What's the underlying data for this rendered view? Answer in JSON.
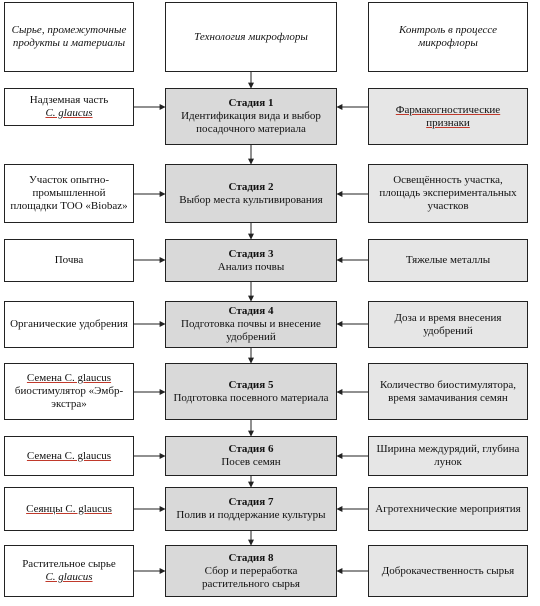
{
  "headers": {
    "left": "Сырье, промежуточные продукты и материалы",
    "middle": "Технология микрофлоры",
    "right": "Контроль в процессе микрофлоры"
  },
  "rows": [
    {
      "left": [
        "Надземная часть",
        "C. glaucus"
      ],
      "stage": "Стадия 1",
      "middle": "Идентификация вида и выбор посадочного материала",
      "right": "Фармакогностические признаки"
    },
    {
      "left": [
        "Участок опытно-промышленной площадки ТОО «Biobaz»"
      ],
      "stage": "Стадия 2",
      "middle": "Выбор места культивирования",
      "right": "Освещённость участка, площадь экспериментальных участков"
    },
    {
      "left": [
        "Почва"
      ],
      "stage": "Стадия 3",
      "middle": "Анализ почвы",
      "right": "Тяжелые металлы"
    },
    {
      "left": [
        "Органические удобрения"
      ],
      "stage": "Стадия 4",
      "middle": "Подготовка почвы и внесение удобрений",
      "right": "Доза и время внесения удобрений"
    },
    {
      "left": [
        "Семена C. glaucus",
        "биостимулятор «Эмбр-экстра»"
      ],
      "stage": "Стадия 5",
      "middle": "Подготовка посевного материала",
      "right": "Количество биостимулятора, время замачивания семян"
    },
    {
      "left": [
        "Семена C. glaucus"
      ],
      "stage": "Стадия 6",
      "middle": "Посев семян",
      "right": "Ширина междурядий, глубина лунок"
    },
    {
      "left": [
        "Сеянцы C. glaucus"
      ],
      "stage": "Стадия 7",
      "middle": "Полив и поддержание культуры",
      "right": "Агротехнические мероприятия"
    },
    {
      "left": [
        "Растительное сырье",
        "C. glaucus"
      ],
      "stage": "Стадия 8",
      "middle": "Сбор и переработка растительного сырья",
      "right": "Доброкачественность сырья"
    }
  ]
}
